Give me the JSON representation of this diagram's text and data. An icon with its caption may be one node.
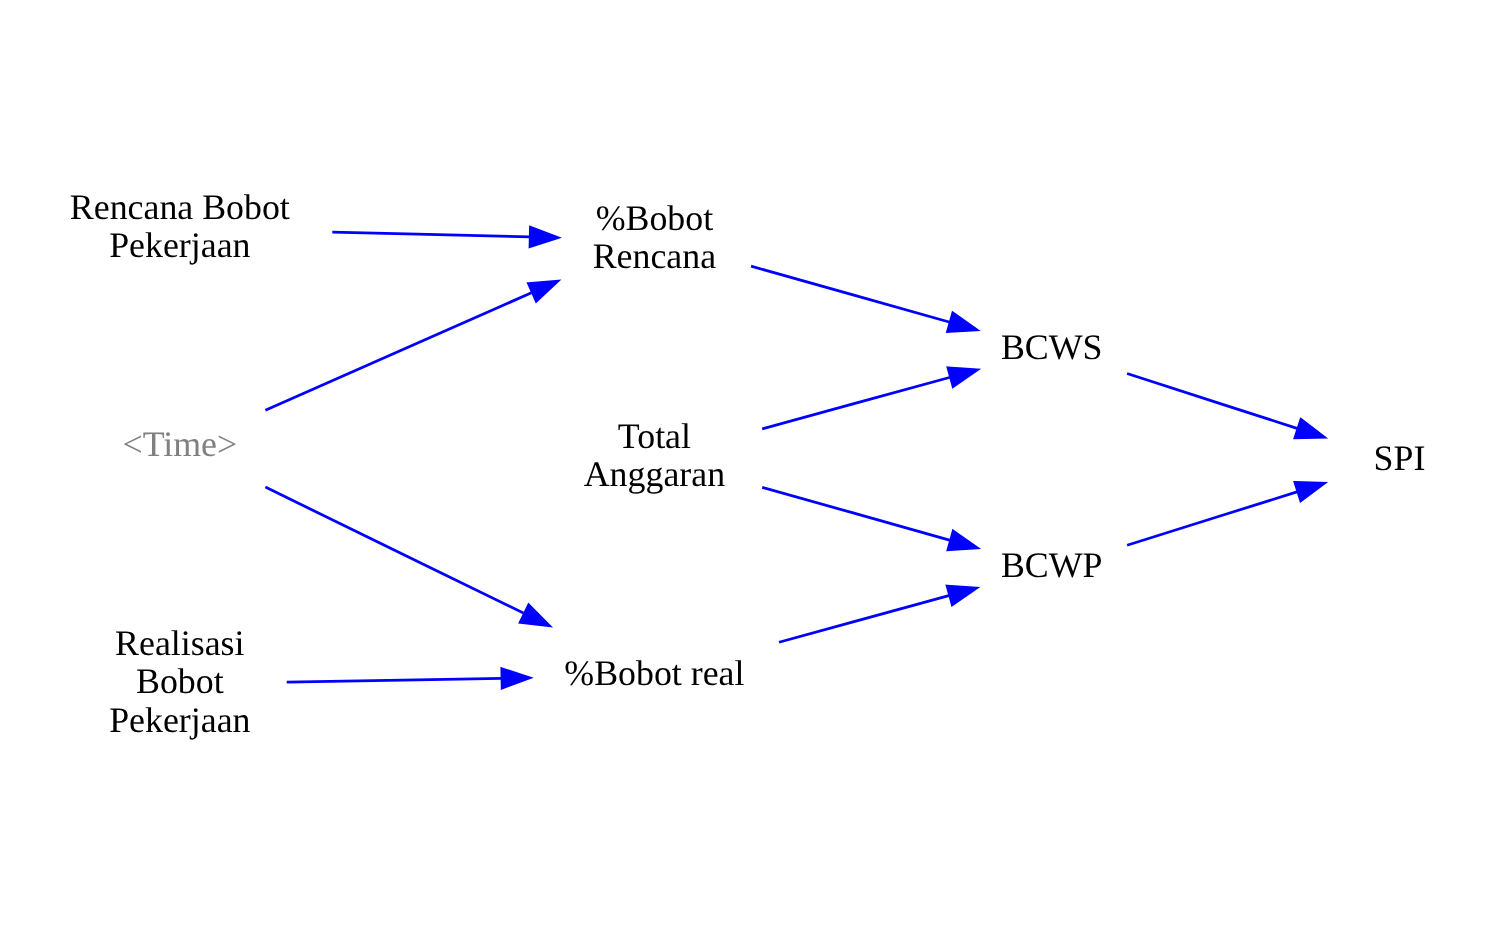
{
  "diagram": {
    "nodes": [
      {
        "text": [
          "Rencana Bobot Pekerjaan"
        ]
      },
      {
        "text": [
          "%Bobot Rencana"
        ]
      },
      {
        "text": [
          "BCWS"
        ]
      },
      {
        "text": [
          "<Time>"
        ]
      },
      {
        "text": [
          "Total Anggaran"
        ]
      },
      {
        "text": [
          "SPI"
        ]
      },
      {
        "text": [
          "BCWP"
        ]
      },
      {
        "text": [
          "Realisasi Bobot Pekerjaan"
        ]
      },
      {
        "text": [
          "%Bobot real"
        ]
      }
    ],
    "edges": [
      {
        "from": 0,
        "to": 1,
        "arrow": "to"
      },
      {
        "from": 1,
        "to": 2,
        "arrow": "to"
      },
      {
        "from": 3,
        "to": 1,
        "arrow": "to"
      },
      {
        "from": 3,
        "to": 8,
        "arrow": "to"
      },
      {
        "from": 4,
        "to": 2,
        "arrow": "to"
      },
      {
        "from": 4,
        "to": 6,
        "arrow": "to"
      },
      {
        "from": 2,
        "to": 5,
        "arrow": "to"
      },
      {
        "from": 6,
        "to": 5,
        "arrow": "to"
      },
      {
        "from": 7,
        "to": 8,
        "arrow": "to"
      },
      {
        "from": 8,
        "to": 6,
        "arrow": "to"
      }
    ]
  }
}
